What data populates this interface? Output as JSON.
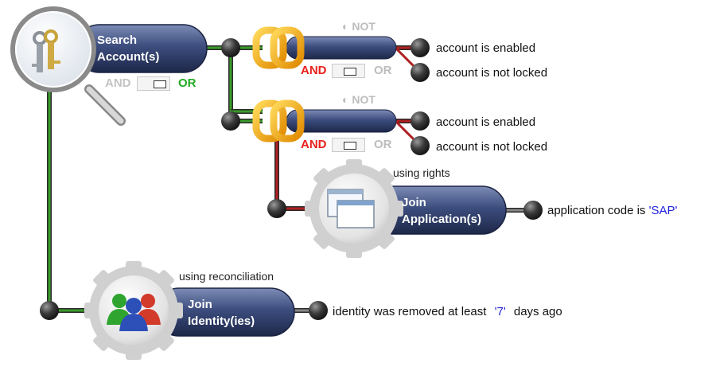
{
  "nodes": {
    "search": {
      "line1": "Search",
      "line2": "Account(s)"
    },
    "join_app": {
      "line1": "Join",
      "line2": "Application(s)",
      "hint": "using rights"
    },
    "join_identity": {
      "line1": "Join",
      "line2": "Identity(ies)",
      "hint": "using reconciliation"
    }
  },
  "search_toggle": {
    "and": "AND",
    "or": "OR"
  },
  "groups": [
    {
      "not": "NOT",
      "and": "AND",
      "or": "OR",
      "conditions": [
        "account is enabled",
        "account is not locked"
      ]
    },
    {
      "not": "NOT",
      "and": "AND",
      "or": "OR",
      "conditions": [
        "account is enabled",
        "account is not locked"
      ]
    }
  ],
  "app_condition": {
    "text": "application code is",
    "value": "'SAP'"
  },
  "identity_condition": {
    "prefix": "identity was removed at least",
    "value": "'7'",
    "suffix": "days ago"
  },
  "colors": {
    "wire_green": "#3a9a2a",
    "wire_red": "#b02020",
    "pill": "#2f3f6e"
  }
}
